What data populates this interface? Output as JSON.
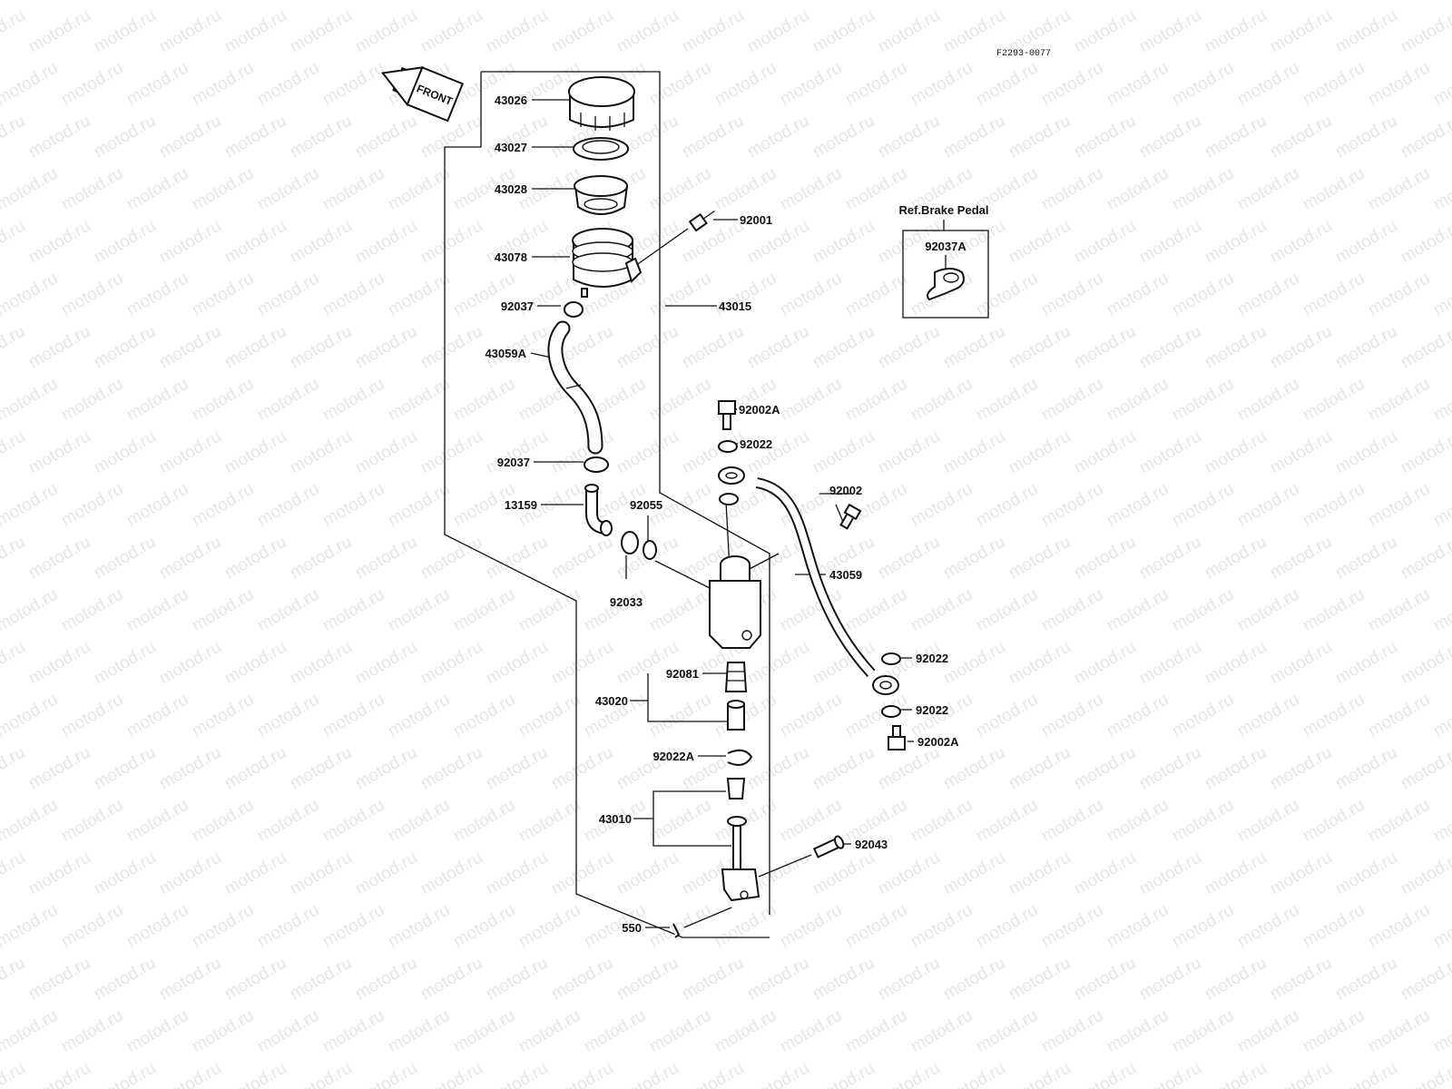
{
  "drawing_code": "F2293-0077",
  "front_arrow": {
    "label": "FRONT"
  },
  "watermark": {
    "text": "motod.ru"
  },
  "reference_box": {
    "title": "Ref.Brake Pedal",
    "part_label": "92037A"
  },
  "labels": {
    "p43026": "43026",
    "p43027": "43027",
    "p43028": "43028",
    "p92001": "92001",
    "p43078": "43078",
    "p92037_top": "92037",
    "p43015": "43015",
    "p43059A": "43059A",
    "p92002A_top": "92002A",
    "p92022_top": "92022",
    "p92037_bottom": "92037",
    "p92002": "92002",
    "p13159": "13159",
    "p92055": "92055",
    "p43059": "43059",
    "p92033": "92033",
    "p92022_mid": "92022",
    "p92081": "92081",
    "p43020": "43020",
    "p92022_low": "92022",
    "p92002A_low": "92002A",
    "p92022A": "92022A",
    "p43010": "43010",
    "p92043": "92043",
    "p550": "550"
  }
}
